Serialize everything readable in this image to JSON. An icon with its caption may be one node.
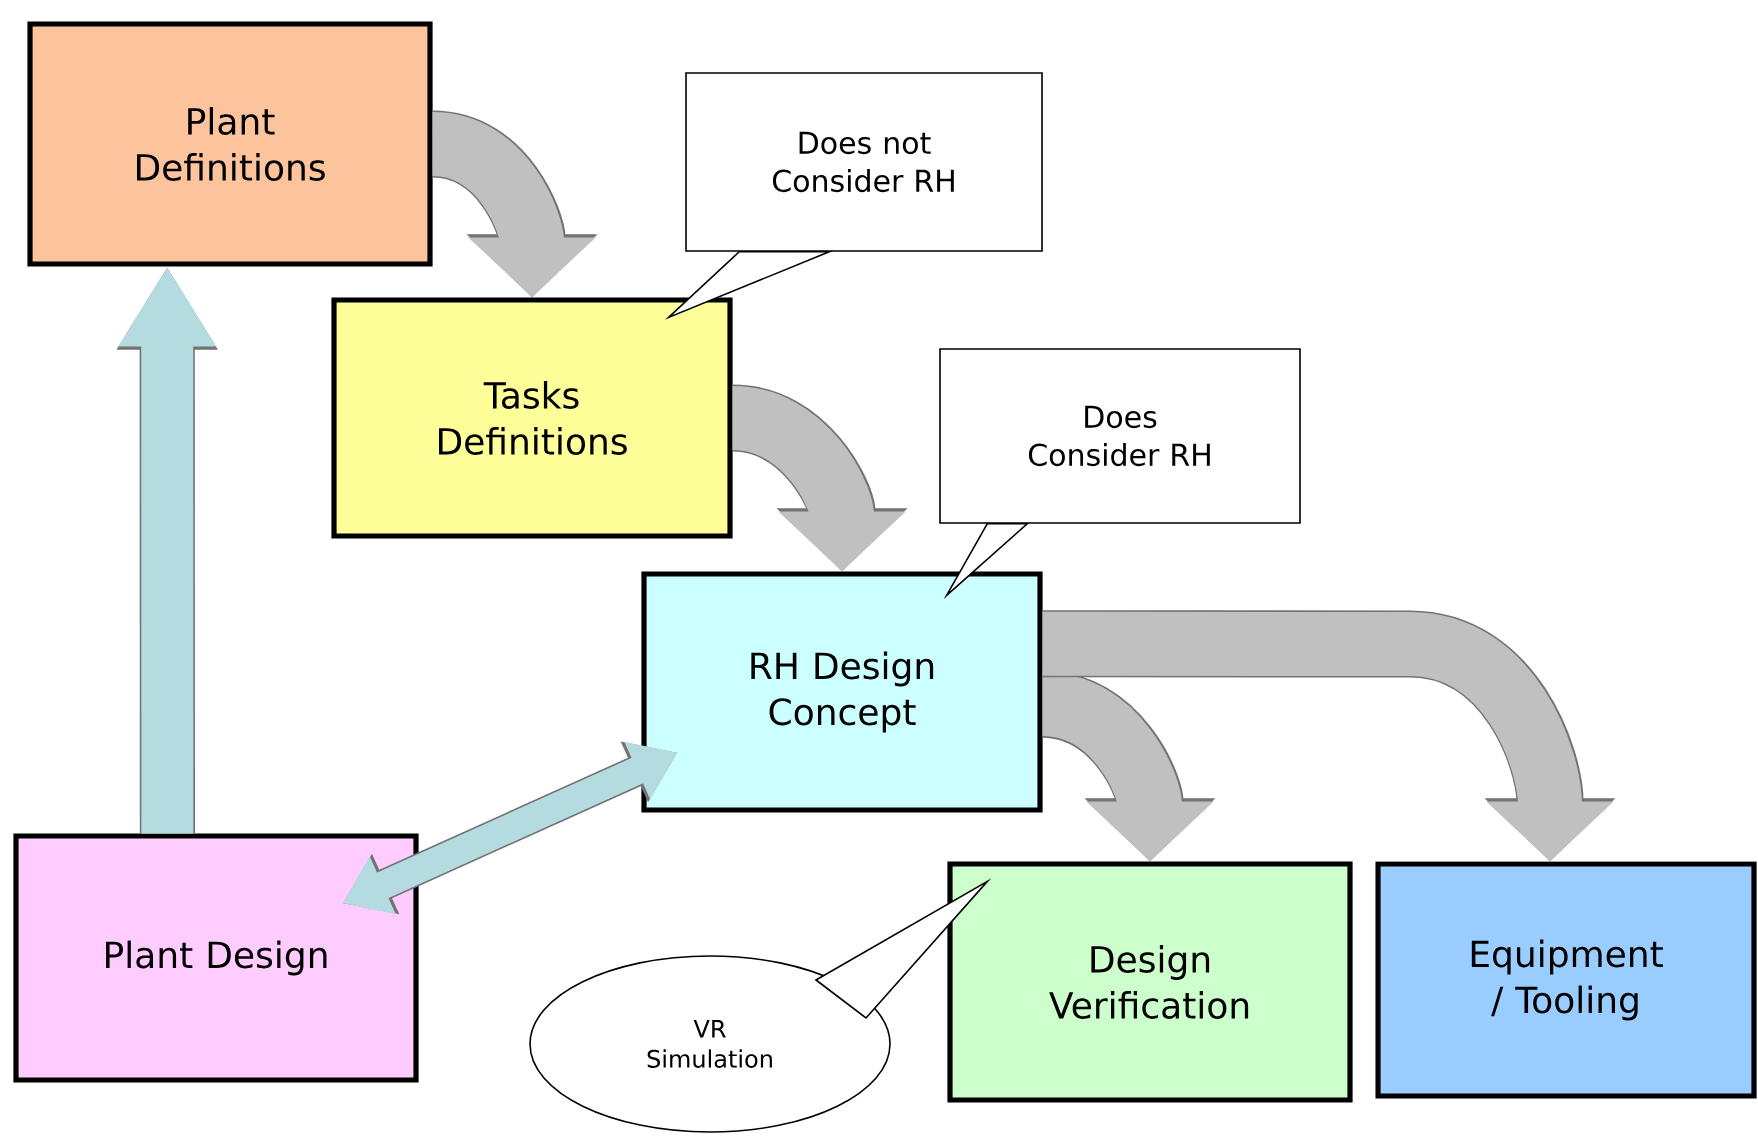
{
  "diagram": {
    "nodes": [
      {
        "text": [
          "Plant Definitions"
        ]
      },
      {
        "text": [
          "Tasks Definitions"
        ]
      },
      {
        "text": [
          "RH Design Concept"
        ]
      },
      {
        "text": [
          "Plant Design"
        ]
      },
      {
        "text": [
          "Design Verification"
        ]
      },
      {
        "text": [
          "Equipment / Tooling"
        ]
      },
      {
        "text": [
          "Does not Consider RH"
        ]
      },
      {
        "text": [
          "Does Consider RH"
        ]
      },
      {
        "text": [
          "VR Simulation"
        ]
      }
    ],
    "edges": [
      {
        "from": 0,
        "to": 1,
        "arrow": "to"
      },
      {
        "from": 1,
        "to": 2,
        "arrow": "to"
      },
      {
        "from": 2,
        "to": 4,
        "arrow": "to"
      },
      {
        "from": 2,
        "to": 5,
        "arrow": "to"
      },
      {
        "from": 3,
        "to": 0,
        "arrow": "to",
        "color": "#b3dbe0"
      },
      {
        "from": 3,
        "to": 2,
        "arrow": "both",
        "color": "#b3dbe0"
      },
      {
        "from": 6,
        "to": 1,
        "arrow": "none",
        "color": "#000000"
      },
      {
        "from": 7,
        "to": 2,
        "arrow": "none",
        "color": "#000000"
      },
      {
        "from": 8,
        "to": 4,
        "arrow": "none",
        "color": "#000000"
      }
    ]
  }
}
